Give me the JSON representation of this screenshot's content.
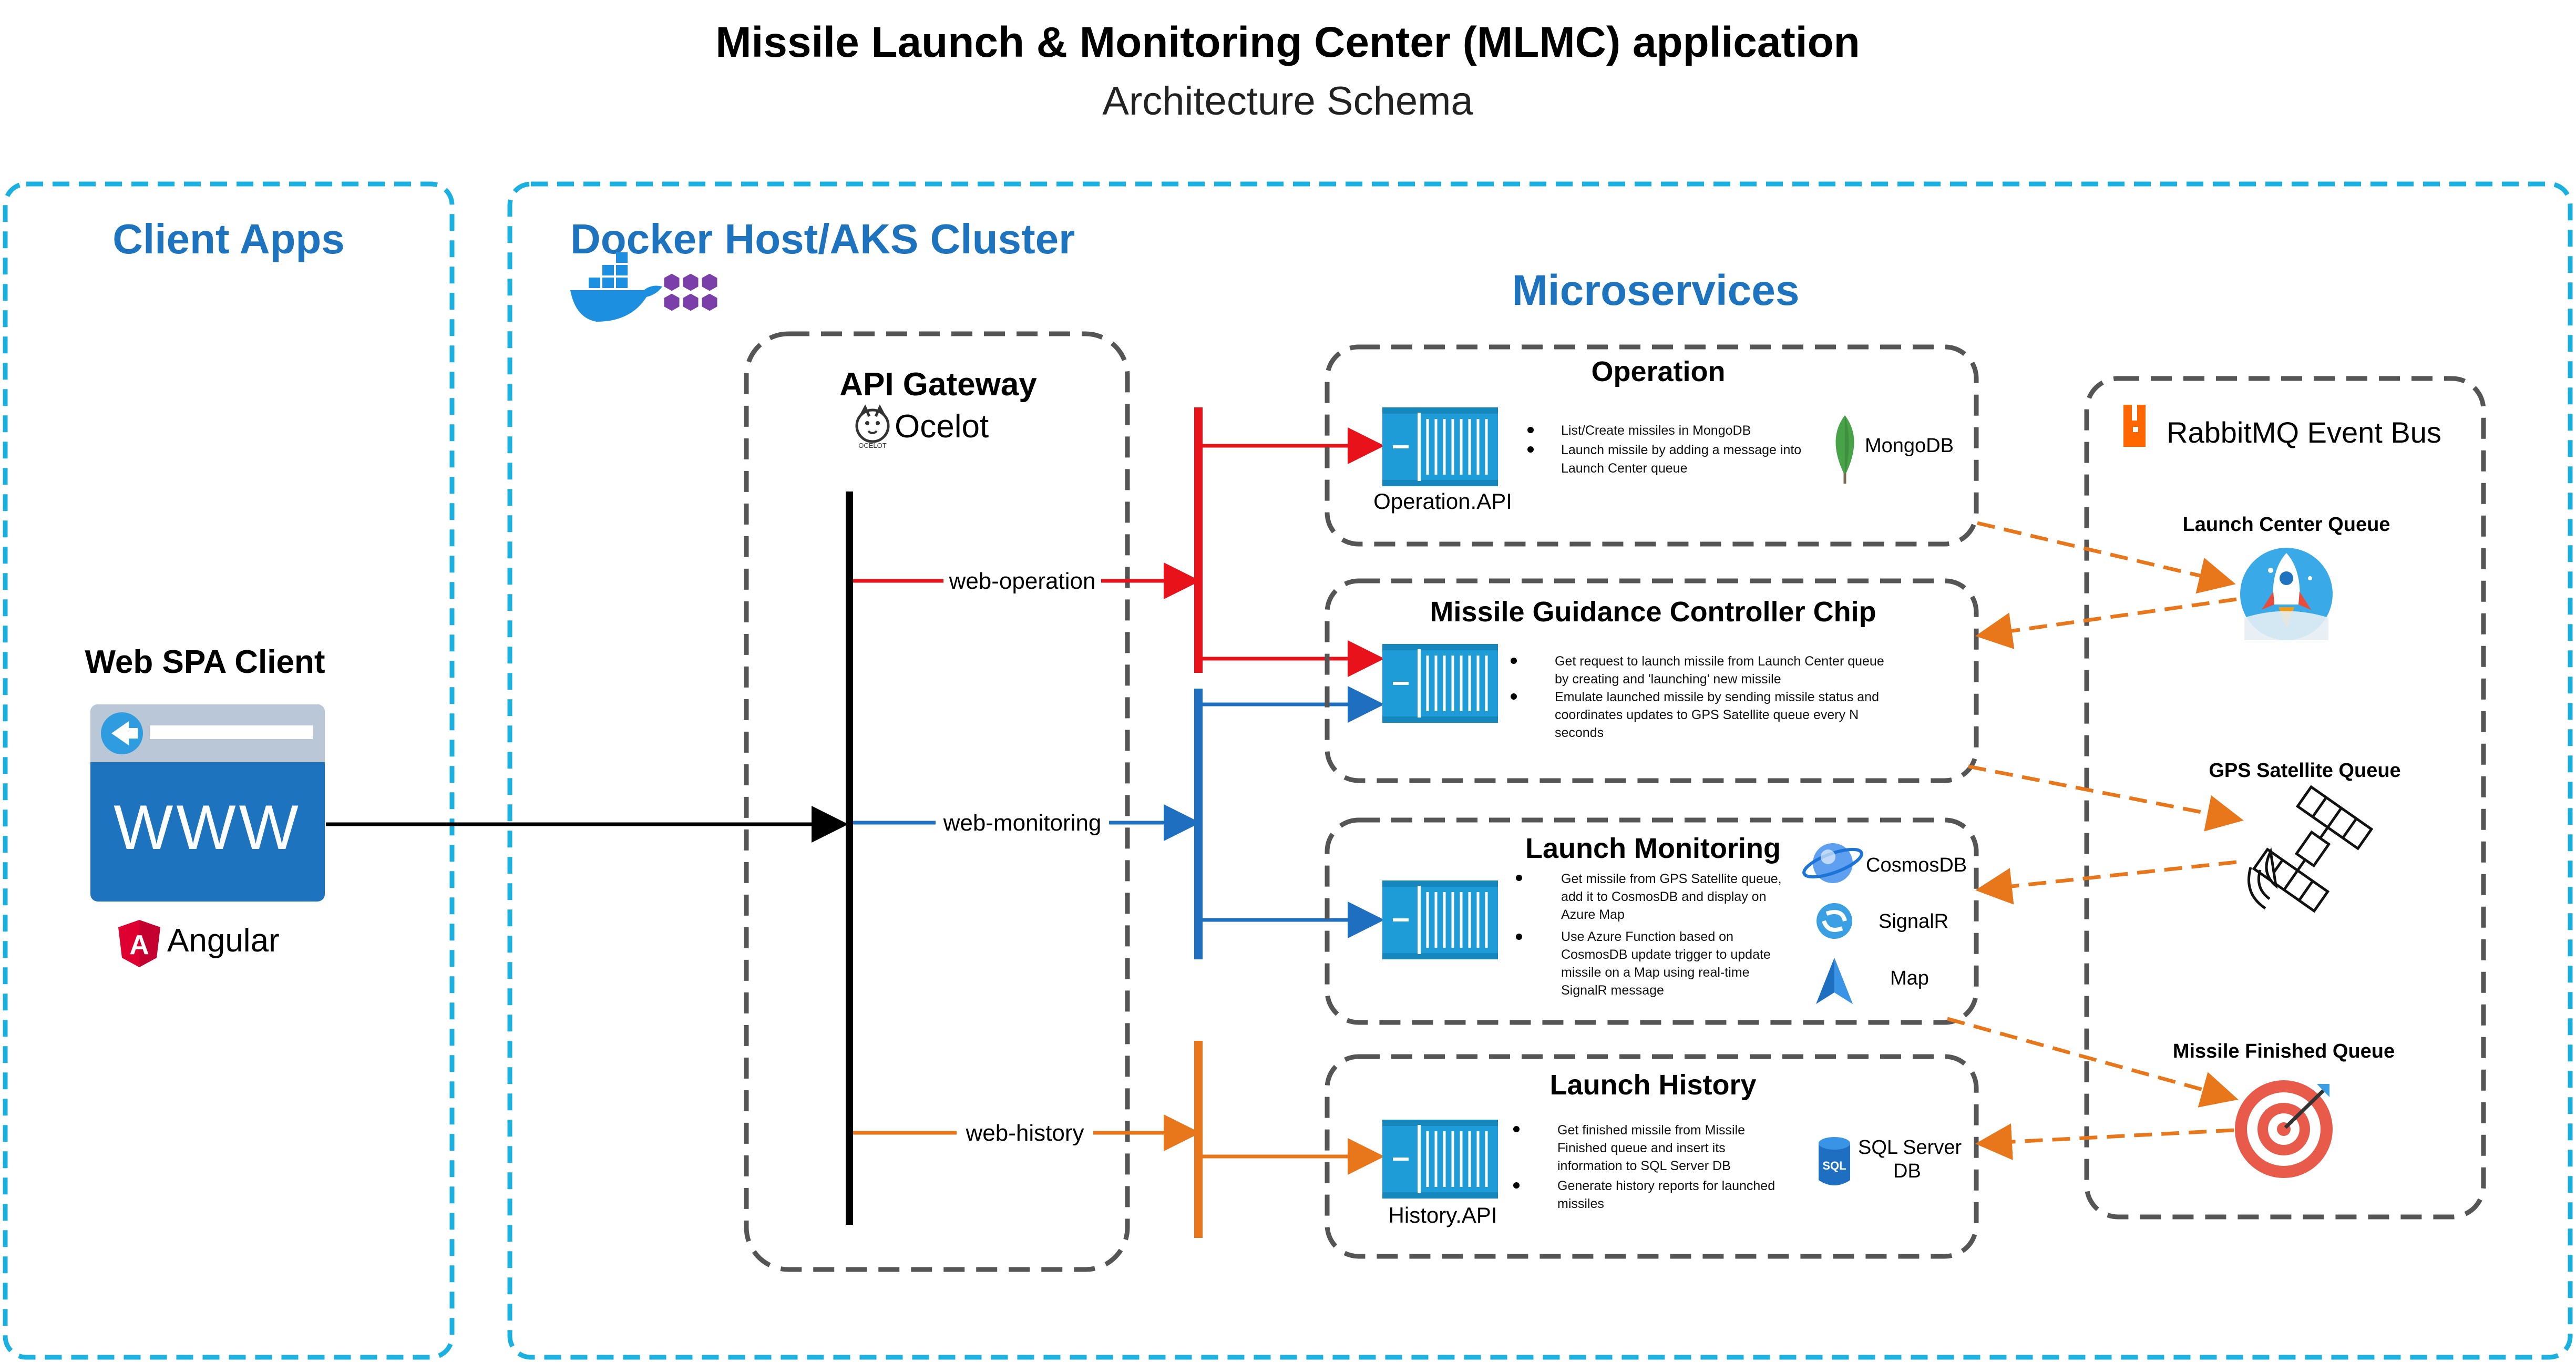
{
  "header": {
    "title": "Missile Launch & Monitoring Center (MLMC) application",
    "subtitle": "Architecture Schema"
  },
  "client_apps": {
    "heading": "Client Apps",
    "client_title": "Web SPA Client",
    "browser_text": "WWW",
    "framework": "Angular"
  },
  "cluster": {
    "heading": "Docker Host/AKS Cluster",
    "microservices_heading": "Microservices"
  },
  "gateway": {
    "title": "API Gateway",
    "product": "Ocelot",
    "logo_caption": "OCELOT",
    "routes": [
      "web-operation",
      "web-monitoring",
      "web-history"
    ]
  },
  "services": {
    "operation": {
      "title": "Operation",
      "container_label": "Operation.API",
      "bullets": [
        "List/Create missiles in MongoDB",
        "Launch missile by adding a message into",
        "Launch Center queue"
      ],
      "db": "MongoDB"
    },
    "guidance": {
      "title": "Missile Guidance Controller Chip",
      "bullets": [
        "Get request to launch missile from Launch Center queue",
        "by creating and 'launching' new missile",
        "Emulate launched missile by sending missile status and",
        "coordinates updates to GPS Satellite queue every N",
        "seconds"
      ]
    },
    "monitoring": {
      "title": "Launch Monitoring",
      "bullets": [
        "Get missile from GPS Satellite queue,",
        "add it to CosmosDB and display on",
        "Azure Map",
        "Use Azure Function based on",
        "CosmosDB update trigger to update",
        "missile on a Map using real-time",
        "SignalR message"
      ],
      "resources": [
        "CosmosDB",
        "SignalR",
        "Map"
      ]
    },
    "history": {
      "title": "Launch History",
      "container_label": "History.API",
      "bullets": [
        "Get finished missile from Missile",
        "Finished queue and insert its",
        "information to SQL Server DB",
        "Generate history reports for launched",
        "missiles"
      ],
      "db_line1": "SQL Server",
      "db_line2": "DB",
      "db_badge": "SQL"
    }
  },
  "event_bus": {
    "title": "RabbitMQ Event Bus",
    "queues": [
      "Launch Center Queue",
      "GPS Satellite Queue",
      "Missile Finished Queue"
    ]
  },
  "colors": {
    "accent_blue": "#1e73be",
    "dashed_blue": "#1ab0e0",
    "operation_red": "#e8121b",
    "monitoring_blue": "#1f6fc1",
    "history_orange": "#e8761a",
    "queue_arrow": "#e8761a",
    "container_blue": "#1e9cd7"
  }
}
